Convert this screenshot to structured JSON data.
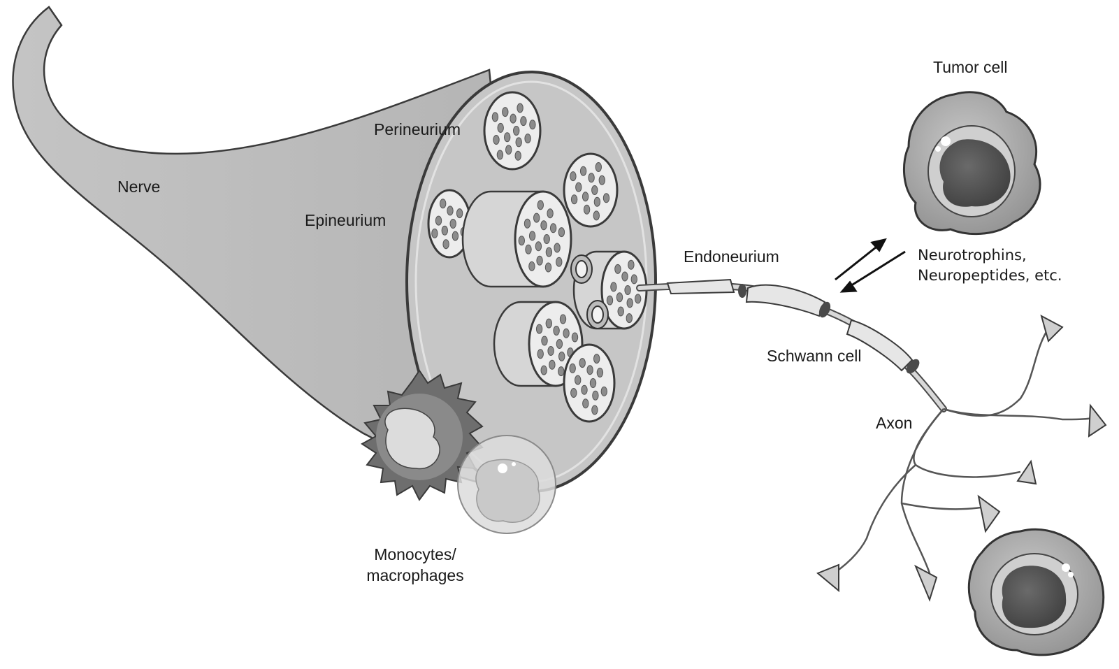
{
  "labels": {
    "nerve": "Nerve",
    "perineurium": "Perineurium",
    "epineurium": "Epineurium",
    "endoneurium": "Endoneurium",
    "schwann_cell": "Schwann cell",
    "axon": "Axon",
    "tumor_cell": "Tumor cell",
    "factors_line1": "Neurotrophins,",
    "factors_line2": "Neuropeptides, etc.",
    "monocytes_line1": "Monocytes/",
    "monocytes_line2": "macrophages"
  },
  "colors": {
    "nerve_fill": "#bdbdbd",
    "nerve_cross_section": "#c8c8c8",
    "fascicle_fill": "#ededed",
    "fiber_fill": "#8c8c8c",
    "outline": "#3a3a3a",
    "tumor_outer": "#a9a9a9",
    "tumor_nucleus": "#555555",
    "monocyte_fill": "#6e6e6e"
  }
}
